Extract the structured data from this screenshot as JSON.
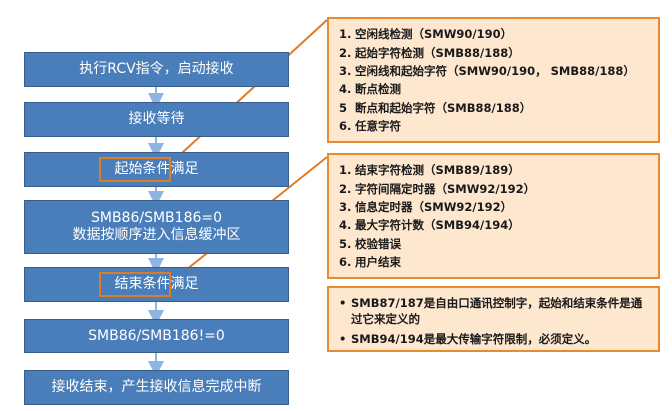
{
  "flowchart": {
    "steps": [
      {
        "lines": [
          "执行RCV指令，启动接收"
        ]
      },
      {
        "lines": [
          "接收等待"
        ]
      },
      {
        "lines": [
          "起始条件满足"
        ]
      },
      {
        "lines": [
          "SMB86/SMB186=0",
          "数据按顺序进入信息缓冲区"
        ]
      },
      {
        "lines": [
          "结束条件满足"
        ]
      },
      {
        "lines": [
          "SMB86/SMB186!=0"
        ]
      },
      {
        "lines": [
          "接收结束，产生接收信息完成中断"
        ]
      }
    ]
  },
  "start_conditions": {
    "items": [
      {
        "num": "1.",
        "text": "空闲线检测（SMW90/190）"
      },
      {
        "num": "2.",
        "text": "起始字符检测（SMB88/188）"
      },
      {
        "num": "3.",
        "text": "空闲线和起始字符（SMW90/190， SMB88/188）"
      },
      {
        "num": "4.",
        "text": "断点检测"
      },
      {
        "num": "5",
        "text": "断点和起始字符（SMB88/188）"
      },
      {
        "num": "6.",
        "text": "任意字符"
      }
    ]
  },
  "end_conditions": {
    "items": [
      {
        "num": "1.",
        "text": "结束字符检测（SMB89/189）"
      },
      {
        "num": "2.",
        "text": "字符间隔定时器（SMW92/192）"
      },
      {
        "num": "3.",
        "text": "信息定时器（SMW92/192）"
      },
      {
        "num": "4.",
        "text": "最大字符计数（SMB94/194）"
      },
      {
        "num": "5.",
        "text": "校验错误"
      },
      {
        "num": "6.",
        "text": "用户结束"
      }
    ]
  },
  "notes": {
    "items": [
      {
        "bullet": "•",
        "text": "SMB87/187是自由口通讯控制字，起始和结束条件是通过它来定义的"
      },
      {
        "bullet": "•",
        "text": "SMB94/194是最大传输字符限制，必须定义。"
      }
    ]
  },
  "colors": {
    "box_fill": "#4a7ebb",
    "box_text": "#ffffff",
    "panel_fill": "#fde7cf",
    "panel_border": "#e98a2e",
    "connector": "#e07b25",
    "arrow": "#8eb4e3"
  }
}
